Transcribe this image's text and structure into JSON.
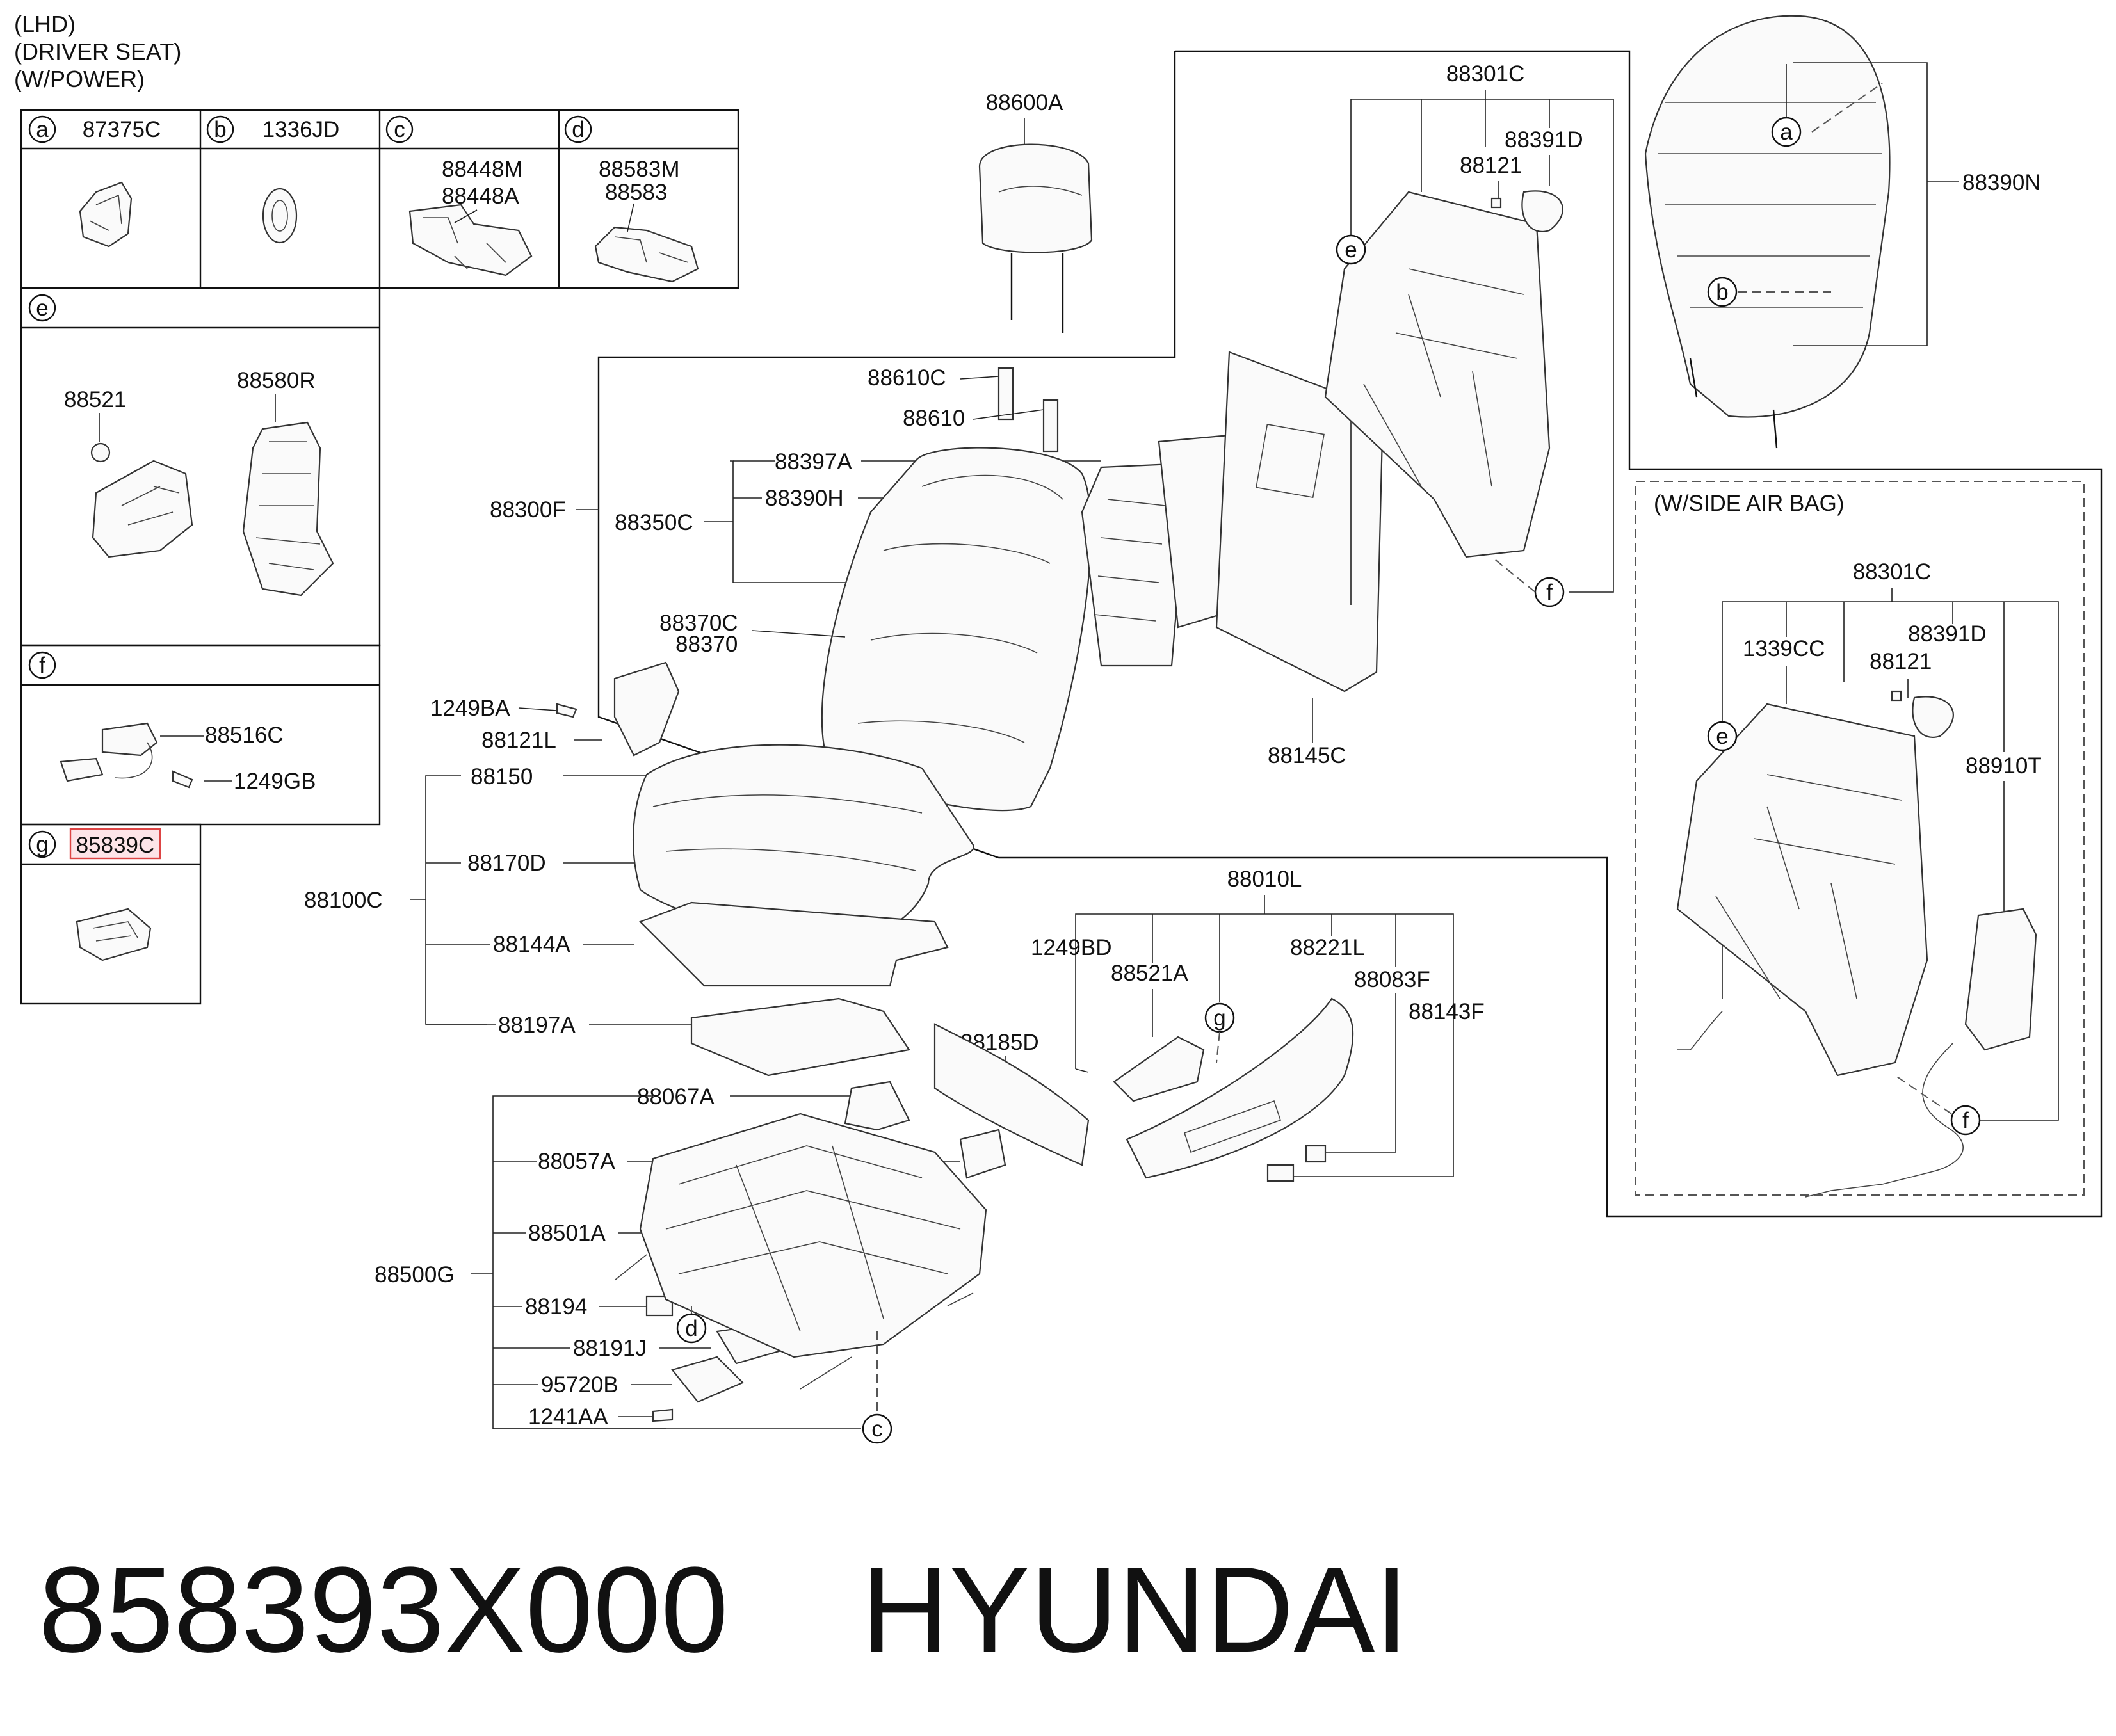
{
  "header": {
    "line1": "(LHD)",
    "line2": "(DRIVER SEAT)",
    "line3": "(W/POWER)"
  },
  "inset_boxes": {
    "a": {
      "letter": "a",
      "parts": [
        "87375C"
      ]
    },
    "b": {
      "letter": "b",
      "parts": [
        "1336JD"
      ]
    },
    "c": {
      "letter": "c",
      "parts": [
        "88448M",
        "88448A"
      ]
    },
    "d": {
      "letter": "d",
      "parts": [
        "88583M",
        "88583"
      ]
    },
    "e": {
      "letter": "e",
      "parts": [
        "88521",
        "88580R"
      ]
    },
    "f": {
      "letter": "f",
      "parts": [
        "88516C",
        "1249GB"
      ]
    },
    "g": {
      "letter": "g",
      "parts": [
        "85839C"
      ],
      "highlight_color": "#d44444"
    }
  },
  "callouts": {
    "p88600A": "88600A",
    "p88610C": "88610C",
    "p88610": "88610",
    "p88397A": "88397A",
    "p88390H": "88390H",
    "p88350C": "88350C",
    "p88300F": "88300F",
    "p88370C": "88370C",
    "p88370": "88370",
    "p1249BA": "1249BA",
    "p88121L": "88121L",
    "p88150": "88150",
    "p88170D": "88170D",
    "p88100C": "88100C",
    "p88144A": "88144A",
    "p88197A": "88197A",
    "p88145C": "88145C",
    "p88301C": "88301C",
    "p88391D": "88391D",
    "p88121": "88121",
    "p88390N": "88390N",
    "p88010L": "88010L",
    "p1249BD": "1249BD",
    "p88521A": "88521A",
    "p88221L": "88221L",
    "p88083F": "88083F",
    "p88143F": "88143F",
    "p88185D": "88185D",
    "p88067A": "88067A",
    "p88057A": "88057A",
    "p88501A": "88501A",
    "p88500G": "88500G",
    "p88194": "88194",
    "p88191J": "88191J",
    "p95720B": "95720B",
    "p1241AA": "1241AA"
  },
  "airbag_section": {
    "title": "(W/SIDE AIR BAG)",
    "p88301C": "88301C",
    "p1339CC": "1339CC",
    "p88391D": "88391D",
    "p88121": "88121",
    "p88910T": "88910T"
  },
  "markers": {
    "a": "a",
    "b": "b",
    "c": "c",
    "d": "d",
    "e": "e",
    "f": "f",
    "g": "g"
  },
  "footer": {
    "part_number": "858393X000",
    "brand": "HYUNDAI"
  }
}
